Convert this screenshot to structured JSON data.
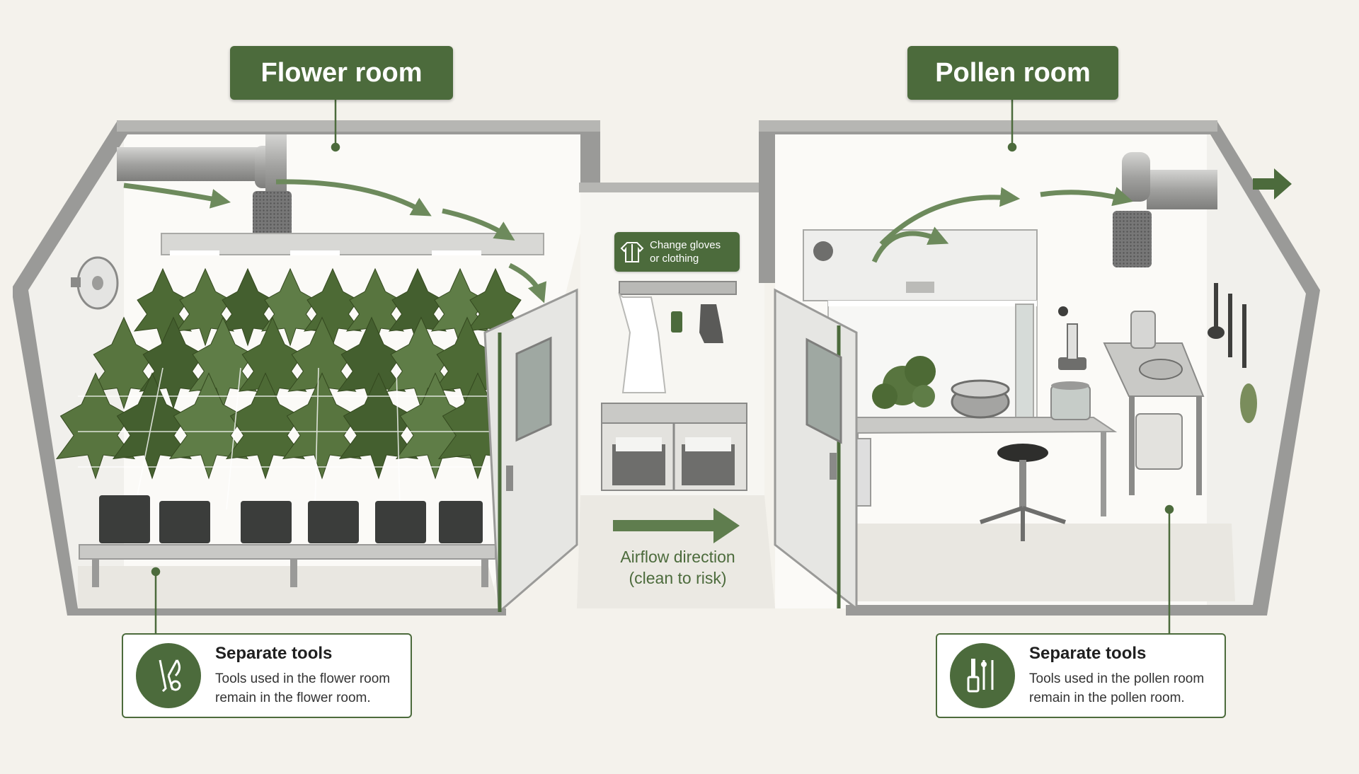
{
  "flower_room": {
    "title": "Flower room",
    "tools": {
      "title": "Separate tools",
      "text": "Tools used in the flower room remain in the flower room.",
      "icon": "pruning-shears-icon"
    }
  },
  "pollen_room": {
    "title": "Pollen room",
    "tools": {
      "title": "Separate tools",
      "text": "Tools used in the pollen room remain in the pollen room.",
      "icon": "brush-and-tweezers-icon"
    }
  },
  "anteroom": {
    "sign": {
      "line1": "Change gloves",
      "line2": "or clothing",
      "icon": "jacket-icon"
    }
  },
  "airflow": {
    "line1": "Airflow direction",
    "line2": "(clean to risk)"
  },
  "colors": {
    "accent": "#4c6b3c",
    "wall": "#9a9a98",
    "floor": "#e9e7e1",
    "plant": "#4d6a35",
    "background": "#f4f2ec"
  }
}
